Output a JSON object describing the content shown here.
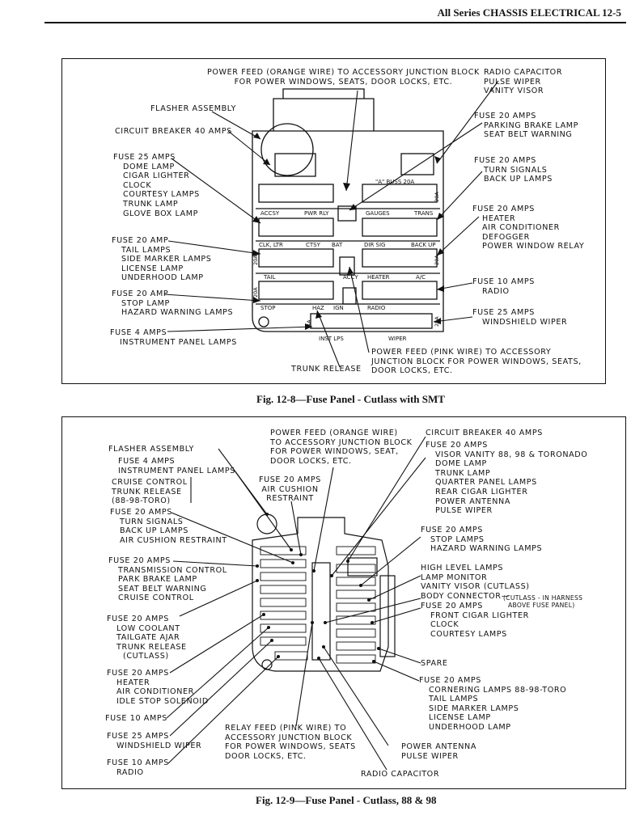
{
  "header": {
    "text": "All Series CHASSIS ELECTRICAL   12-5"
  },
  "fig8": {
    "caption": "Fig. 12-8—Fuse Panel - Cutlass with SMT",
    "labels": {
      "power_feed_orange": [
        "POWER FEED (ORANGE WIRE) TO ACCESSORY JUNCTION BLOCK",
        "FOR POWER WINDOWS, SEATS, DOOR LOCKS, ETC."
      ],
      "radio_group": [
        "RADIO CAPACITOR",
        "PULSE WIPER",
        "VANITY VISOR"
      ],
      "flasher": "FLASHER ASSEMBLY",
      "circuit_breaker": "CIRCUIT BREAKER 40 AMPS",
      "fuse25_left": [
        "FUSE 25 AMPS",
        "DOME LAMP",
        "CIGAR LIGHTER",
        "CLOCK",
        "COURTESY LAMPS",
        "TRUNK LAMP",
        "GLOVE BOX LAMP"
      ],
      "fuse20_tail": [
        "FUSE 20 AMP",
        "TAIL LAMPS",
        "SIDE MARKER LAMPS",
        "LICENSE LAMP",
        "UNDERHOOD LAMP"
      ],
      "fuse20_stop": [
        "FUSE 20 AMP",
        "STOP LAMP",
        "HAZARD WARNING LAMPS"
      ],
      "fuse4": [
        "FUSE 4 AMPS",
        "INSTRUMENT PANEL LAMPS"
      ],
      "trunk_release": "TRUNK RELEASE",
      "power_feed_pink": [
        "POWER FEED (PINK WIRE) TO ACCESSORY",
        "JUNCTION BLOCK FOR POWER WINDOWS, SEATS,",
        "DOOR LOCKS, ETC."
      ],
      "fuse20_parking": [
        "FUSE 20 AMPS",
        "PARKING BRAKE LAMP",
        "SEAT BELT WARNING"
      ],
      "fuse20_turn": [
        "FUSE 20 AMPS",
        "TURN SIGNALS",
        "BACK UP LAMPS"
      ],
      "fuse20_heater": [
        "FUSE 20 AMPS",
        "HEATER",
        "AIR CONDITIONER",
        "DEFOGGER",
        "POWER WINDOW RELAY"
      ],
      "fuse10_radio": [
        "FUSE 10 AMPS",
        "RADIO"
      ],
      "fuse25_wiper": [
        "FUSE 25 AMPS",
        "WINDSHIELD WIPER"
      ]
    },
    "panel_text": {
      "bus": "\"A\" BUSS 20A",
      "accsy": "ACCSY",
      "pwr_rly": "PWR RLY",
      "gauges": "GAUGES",
      "trans": "TRANS",
      "clk_ltr": "CLK, LTR",
      "ctsy": "CTSY",
      "bat": "BAT",
      "dir_sig": "DIR SIG",
      "back_up": "BACK UP",
      "tail": "TAIL",
      "accy": "ACCY",
      "heater": "HEATER",
      "ac": "A/C",
      "stop": "STOP",
      "haz": "HAZ",
      "ign": "IGN",
      "radio": "RADIO",
      "inst_lps": "INST LPS",
      "wiper": "WIPER",
      "amp_20a": "20A",
      "amp_25a": "25A",
      "amp_10a": "10A",
      "amp_4a": "4A"
    }
  },
  "fig9": {
    "caption": "Fig. 12-9—Fuse Panel - Cutlass, 88 & 98",
    "labels": {
      "power_feed_orange": [
        "POWER FEED (ORANGE WIRE)",
        "TO ACCESSORY JUNCTION BLOCK",
        "FOR POWER WINDOWS, SEAT,",
        "DOOR LOCKS, ETC."
      ],
      "circuit_breaker": "CIRCUIT BREAKER 40 AMPS",
      "flasher": "FLASHER ASSEMBLY",
      "fuse4": [
        "FUSE 4 AMPS",
        "INSTRUMENT PANEL LAMPS"
      ],
      "cruise": [
        "CRUISE CONTROL",
        "TRUNK RELEASE",
        "(88-98-TORO)"
      ],
      "fuse20_air_cushion": [
        "FUSE 20 AMPS",
        "AIR CUSHION",
        "RESTRAINT"
      ],
      "fuse20_turn": [
        "FUSE 20 AMPS",
        "TURN SIGNALS",
        "BACK UP LAMPS",
        "AIR CUSHION RESTRAINT"
      ],
      "fuse20_trans": [
        "FUSE 20 AMPS",
        "TRANSMISSION CONTROL",
        "PARK BRAKE LAMP",
        "SEAT BELT WARNING",
        "CRUISE CONTROL"
      ],
      "fuse20_coolant": [
        "FUSE 20 AMPS",
        "LOW COOLANT",
        "TAILGATE AJAR",
        "TRUNK RELEASE",
        "(CUTLASS)"
      ],
      "fuse20_heater": [
        "FUSE 20 AMPS",
        "HEATER",
        "AIR CONDITIONER",
        "IDLE STOP SOLENOID"
      ],
      "fuse10_left": "FUSE 10 AMPS",
      "fuse25_wiper": [
        "FUSE 25 AMPS",
        "WINDSHIELD WIPER"
      ],
      "fuse10_radio": [
        "FUSE 10 AMPS",
        "RADIO"
      ],
      "relay_feed": [
        "RELAY FEED (PINK WIRE) TO",
        "ACCESSORY JUNCTION BLOCK",
        "FOR POWER WINDOWS, SEATS",
        "DOOR LOCKS, ETC."
      ],
      "radio_capacitor": "RADIO CAPACITOR",
      "power_antenna": [
        "POWER ANTENNA",
        "PULSE WIPER"
      ],
      "fuse20_visor": [
        "FUSE 20 AMPS",
        "VISOR VANITY 88, 98 & TORONADO",
        "DOME LAMP",
        "TRUNK LAMP",
        "QUARTER PANEL LAMPS",
        "REAR CIGAR LIGHTER",
        "POWER ANTENNA",
        "PULSE WIPER"
      ],
      "fuse20_stop": [
        "FUSE 20 AMPS",
        "STOP LAMPS",
        "HAZARD WARNING LAMPS"
      ],
      "high_level": [
        "HIGH LEVEL LAMPS",
        "LAMP MONITOR",
        "VANITY VISOR (CUTLASS)"
      ],
      "body_connector": "BODY CONNECTOR",
      "body_connector_note": [
        "(CUTLASS - IN HARNESS",
        "ABOVE FUSE PANEL)"
      ],
      "fuse20_front": [
        "FUSE 20 AMPS",
        "FRONT CIGAR LIGHTER",
        "CLOCK",
        "COURTESY LAMPS"
      ],
      "spare": "SPARE",
      "fuse20_cornering": [
        "FUSE 20 AMPS",
        "CORNERING LAMPS 88-98-TORO",
        "TAIL LAMPS",
        "SIDE MARKER LAMPS",
        "LICENSE LAMP",
        "UNDERHOOD LAMP"
      ]
    }
  }
}
